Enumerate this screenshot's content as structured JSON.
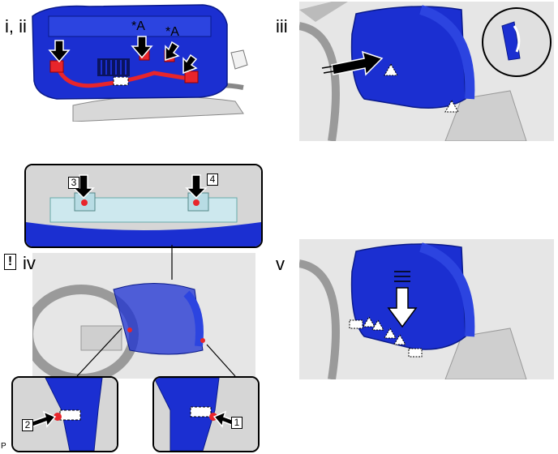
{
  "steps": {
    "i_ii": "i, ii",
    "iii": "iii",
    "iv": "iv",
    "v": "v"
  },
  "callouts": {
    "a_left": "*A",
    "a_right": "*A"
  },
  "screw_numbers": [
    "1",
    "2",
    "3",
    "4"
  ],
  "caution_symbol": "!",
  "footer_code": "P",
  "icons": [
    "arrow-icon",
    "claw-icon",
    "clip-icon",
    "connector-icon",
    "caution-icon"
  ],
  "colors": {
    "part_blue": "#1b2fd1",
    "wire_red": "#e8252b",
    "background_gray": "#e6e6e6"
  }
}
